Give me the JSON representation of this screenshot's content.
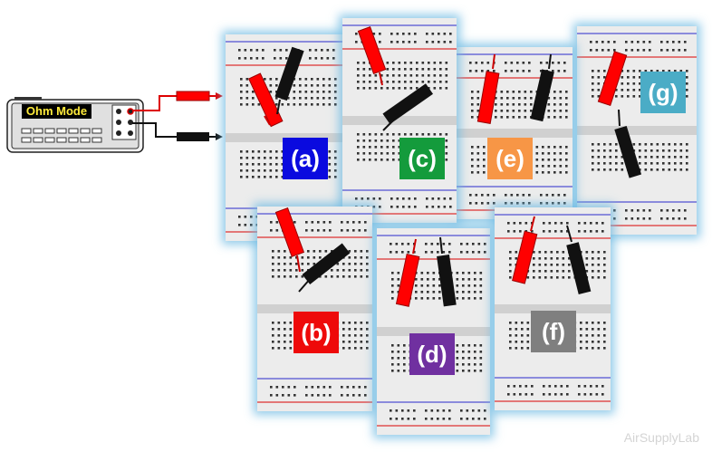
{
  "meter": {
    "mode_label": "Ohm Mode"
  },
  "boards": [
    {
      "id": "a",
      "label": "(a)",
      "color": "#0a0adf"
    },
    {
      "id": "b",
      "label": "(b)",
      "color": "#ee0a0a"
    },
    {
      "id": "c",
      "label": "(c)",
      "color": "#149b3c"
    },
    {
      "id": "d",
      "label": "(d)",
      "color": "#7030a0"
    },
    {
      "id": "e",
      "label": "(e)",
      "color": "#f79646"
    },
    {
      "id": "f",
      "label": "(f)",
      "color": "#7f7f7f"
    },
    {
      "id": "g",
      "label": "(g)",
      "color": "#4bacc6"
    }
  ],
  "watermark": "AirSupplyLab"
}
